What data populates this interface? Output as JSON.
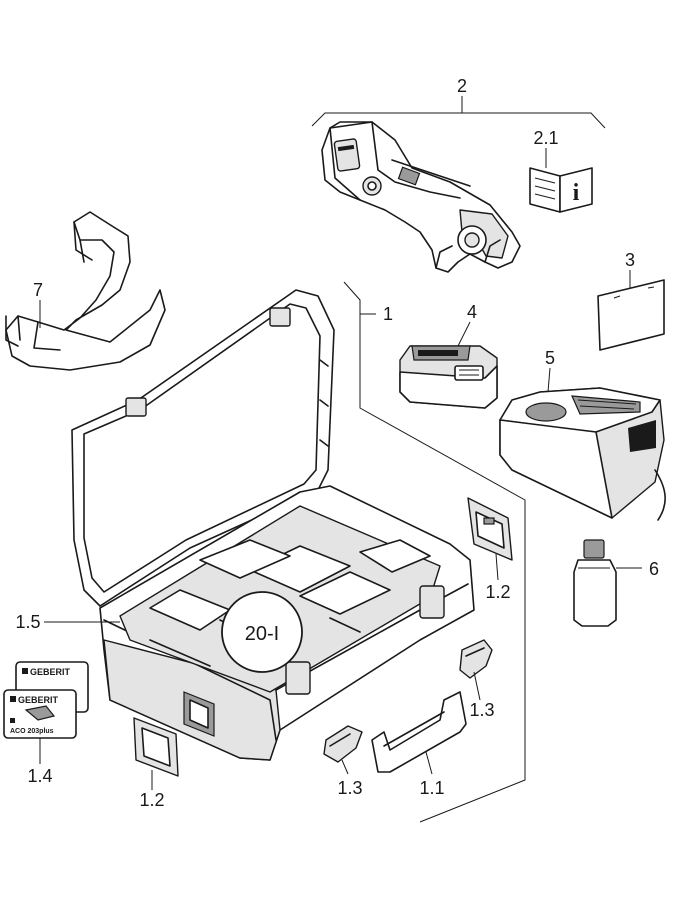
{
  "callouts": {
    "c1": "1",
    "c1_1": "1.1",
    "c1_2a": "1.2",
    "c1_2b": "1.2",
    "c1_3a": "1.3",
    "c1_3b": "1.3",
    "c1_4": "1.4",
    "c1_5": "1.5",
    "c2": "2",
    "c2_1": "2.1",
    "c3": "3",
    "c4": "4",
    "c5": "5",
    "c6": "6",
    "c7": "7"
  },
  "detail_marker": "20-I",
  "labels": {
    "geberit_front": "GEBERIT",
    "geberit_back": "GEBERIT",
    "card_model": "ACO 203plus",
    "info_icon": "i"
  }
}
